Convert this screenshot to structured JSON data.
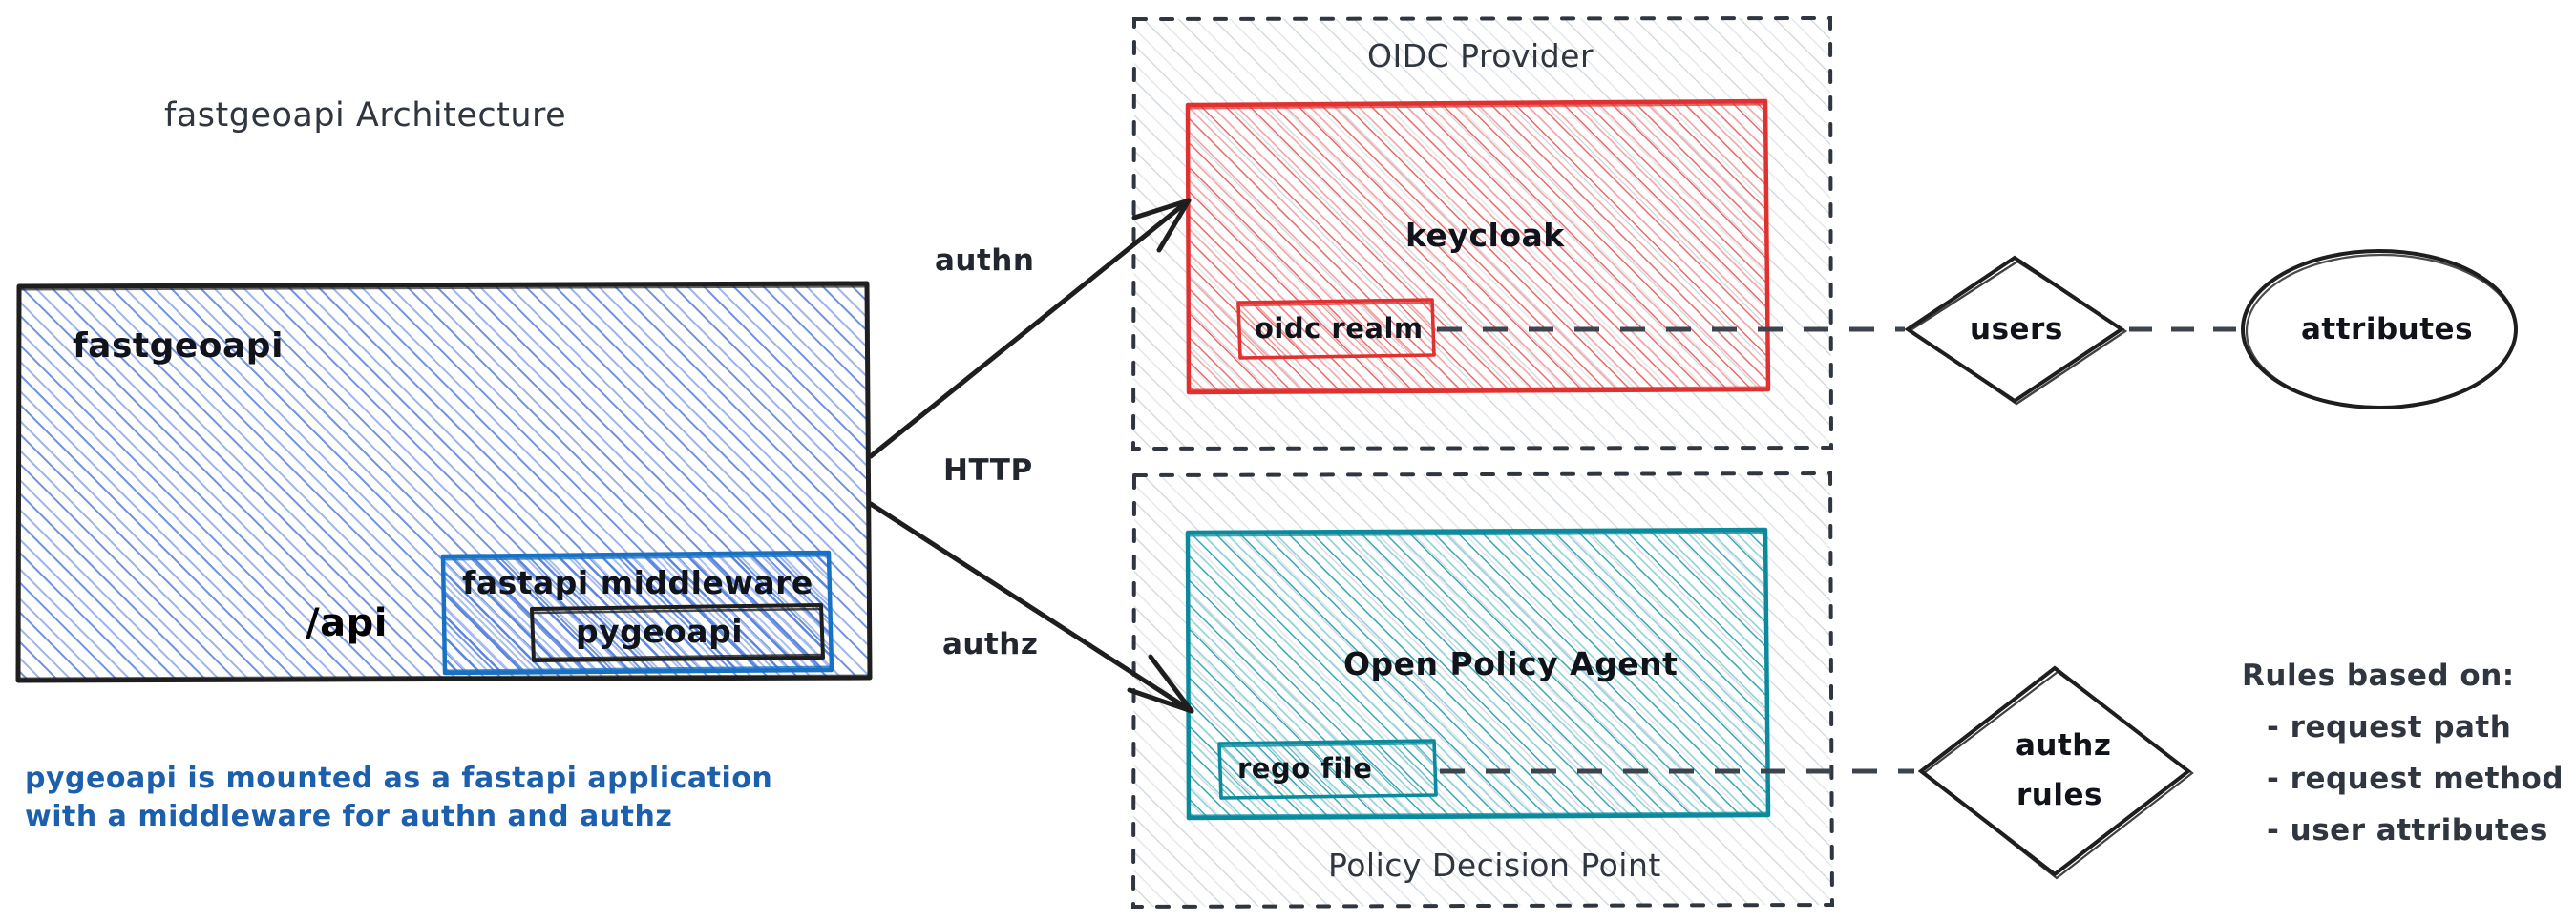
{
  "diagram": {
    "title": "fastgeoapi Architecture",
    "colors": {
      "app_blue": "#4a77d4",
      "app_blue_border": "#1971c2",
      "keycloak_red": "#e03131",
      "opa_teal": "#0b8a9c",
      "group_gray": "#b9c0c8",
      "ink": "#1e1e1e",
      "caption_blue": "#1b5fad"
    },
    "app": {
      "name": "fastgeoapi",
      "route_label": "/api",
      "middleware": {
        "label": "fastapi middleware",
        "inner": "pygeoapi"
      },
      "caption_line1": "pygeoapi is mounted as a fastapi application",
      "caption_line2": "with a middleware for authn and authz"
    },
    "arrows": [
      {
        "label": "authn",
        "from": "fastgeoapi",
        "to": "keycloak"
      },
      {
        "label": "HTTP",
        "from": "fastgeoapi",
        "to": ""
      },
      {
        "label": "authz",
        "from": "fastgeoapi",
        "to": "open-policy-agent"
      }
    ],
    "oidc_group": {
      "label": "OIDC Provider",
      "service": "keycloak",
      "sub_item": "oidc realm",
      "entity_diamond": "users",
      "entity_ellipse": "attributes"
    },
    "pdp_group": {
      "label": "Policy Decision Point",
      "service": "Open Policy Agent",
      "sub_item": "rego file",
      "entity_diamond_line1": "authz",
      "entity_diamond_line2": "rules",
      "rules_heading": "Rules based on:",
      "rules": [
        "- request path",
        "- request method",
        "- user attributes"
      ]
    }
  }
}
